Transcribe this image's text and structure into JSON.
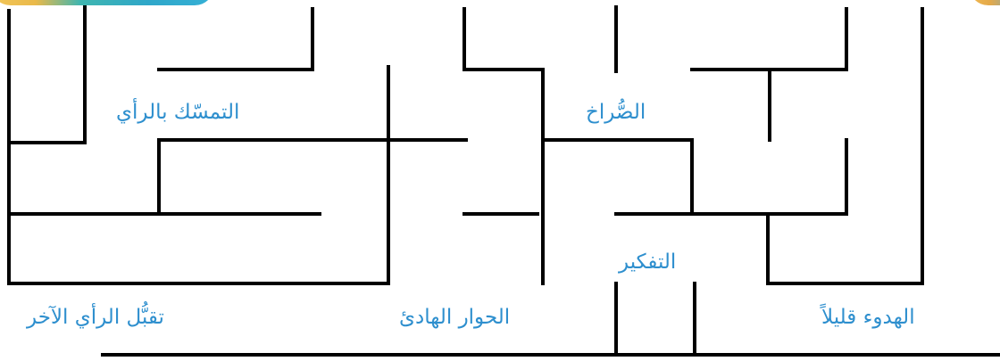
{
  "labels": {
    "holding_opinion": "التمسّك بالرأي",
    "shouting": "الصُّراخ",
    "thinking": "التفكير",
    "calm_a_little": "الهدوء قليلاً",
    "calm_dialogue": "الحوار الهادئ",
    "accept_other_opinion": "تقبُّل الرأي الآخر"
  },
  "colors": {
    "label_text": "#2e8fce",
    "maze_wall": "#000000",
    "background": "#ffffff"
  }
}
